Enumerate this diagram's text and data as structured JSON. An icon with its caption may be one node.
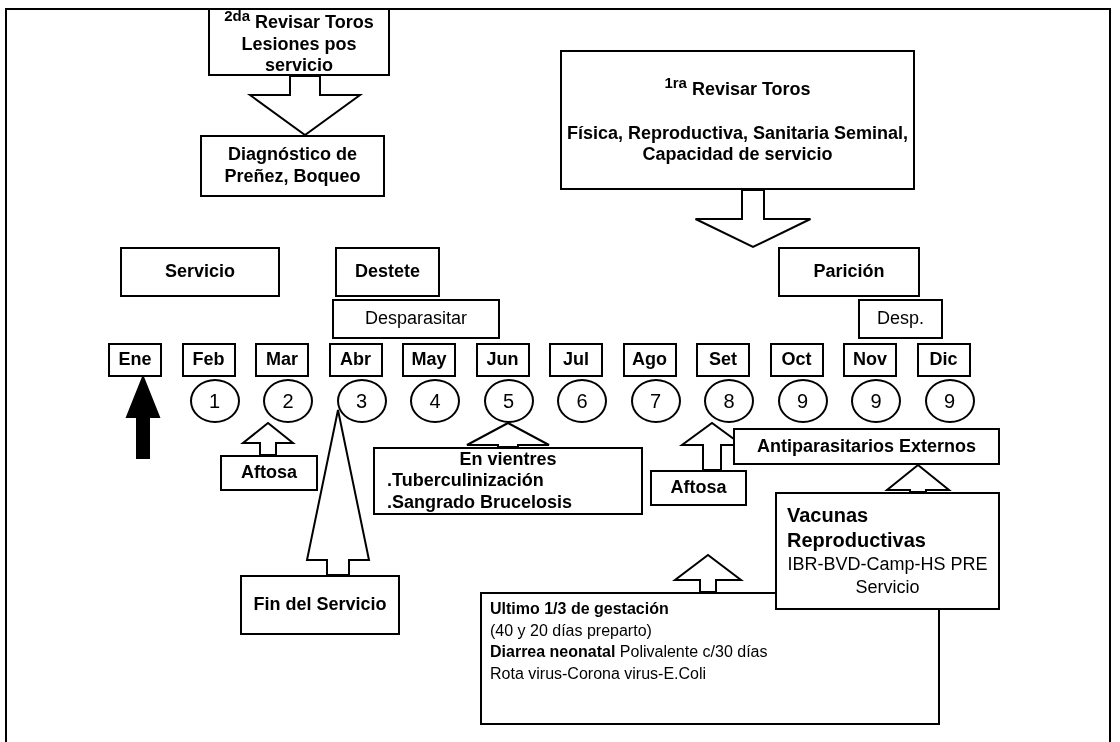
{
  "diagram": {
    "nodes": [
      {
        "text": [
          "$^{2da}$ Revisar Toros Lesiones pos servicio"
        ]
      },
      {
        "text": [
          "Diagnóstico de Preñez, Boqueo"
        ]
      },
      {
        "text": [
          "$^{1ra}$ Revisar Toros",
          "Física, Reproductiva, Sanitaria Seminal, Capacidad de servicio"
        ]
      },
      {
        "text": [
          "Servicio"
        ]
      },
      {
        "text": [
          "Destete"
        ]
      },
      {
        "text": [
          "Parición"
        ]
      },
      {
        "text": [
          "Desparasitar"
        ]
      },
      {
        "text": [
          "Desp."
        ]
      },
      {
        "text": [
          "Ene"
        ]
      },
      {
        "text": [
          "Feb"
        ]
      },
      {
        "text": [
          "Mar"
        ]
      },
      {
        "text": [
          "Abr"
        ]
      },
      {
        "text": [
          "May"
        ]
      },
      {
        "text": [
          "Jun"
        ]
      },
      {
        "text": [
          "Jul"
        ]
      },
      {
        "text": [
          "Ago"
        ]
      },
      {
        "text": [
          "Set"
        ]
      },
      {
        "text": [
          "Oct"
        ]
      },
      {
        "text": [
          "Nov"
        ]
      },
      {
        "text": [
          "Dic"
        ]
      },
      {
        "text": [
          "1"
        ]
      },
      {
        "text": [
          "2"
        ]
      },
      {
        "text": [
          "3"
        ]
      },
      {
        "text": [
          "4"
        ]
      },
      {
        "text": [
          "5"
        ]
      },
      {
        "text": [
          "6"
        ]
      },
      {
        "text": [
          "7"
        ]
      },
      {
        "text": [
          "8"
        ]
      },
      {
        "text": [
          "9"
        ]
      },
      {
        "text": [
          "9"
        ]
      },
      {
        "text": [
          "9"
        ]
      },
      {
        "text": [
          "Aftosa"
        ]
      },
      {
        "text": [
          "Fin del Servicio"
        ]
      },
      {
        "text": [
          "En vientres",
          ".Tuberculinización",
          ".Sangrado Brucelosis"
        ]
      },
      {
        "text": [
          "Aftosa"
        ]
      },
      {
        "text": [
          "Antiparasitarios Externos"
        ]
      },
      {
        "text": [
          "Vacunas Reproductivas",
          "IBR-BVD-Camp-HS PRE Servicio"
        ]
      },
      {
        "text": [
          "Ultimo 1/3 de gestación",
          "(40 y 20 días preparto)",
          "**Diarrea neonatal** Polivalente c/30 días",
          "Rota virus-Corona virus-E.Coli"
        ]
      }
    ],
    "edges": [
      {
        "from": 0,
        "to": 1,
        "arrow": "to"
      },
      {
        "from": 2,
        "to": 5,
        "arrow": "to"
      },
      {
        "from": null,
        "to": 8,
        "arrow": "to"
      },
      {
        "from": 31,
        "to": 21,
        "arrow": "to"
      },
      {
        "from": 32,
        "to": null,
        "arrow": "to"
      },
      {
        "from": 33,
        "to": 24,
        "arrow": "to"
      },
      {
        "from": 34,
        "to": 27,
        "arrow": "to"
      },
      {
        "from": 37,
        "to": null,
        "arrow": "to"
      },
      {
        "from": 36,
        "to": 35,
        "arrow": "to"
      }
    ]
  }
}
